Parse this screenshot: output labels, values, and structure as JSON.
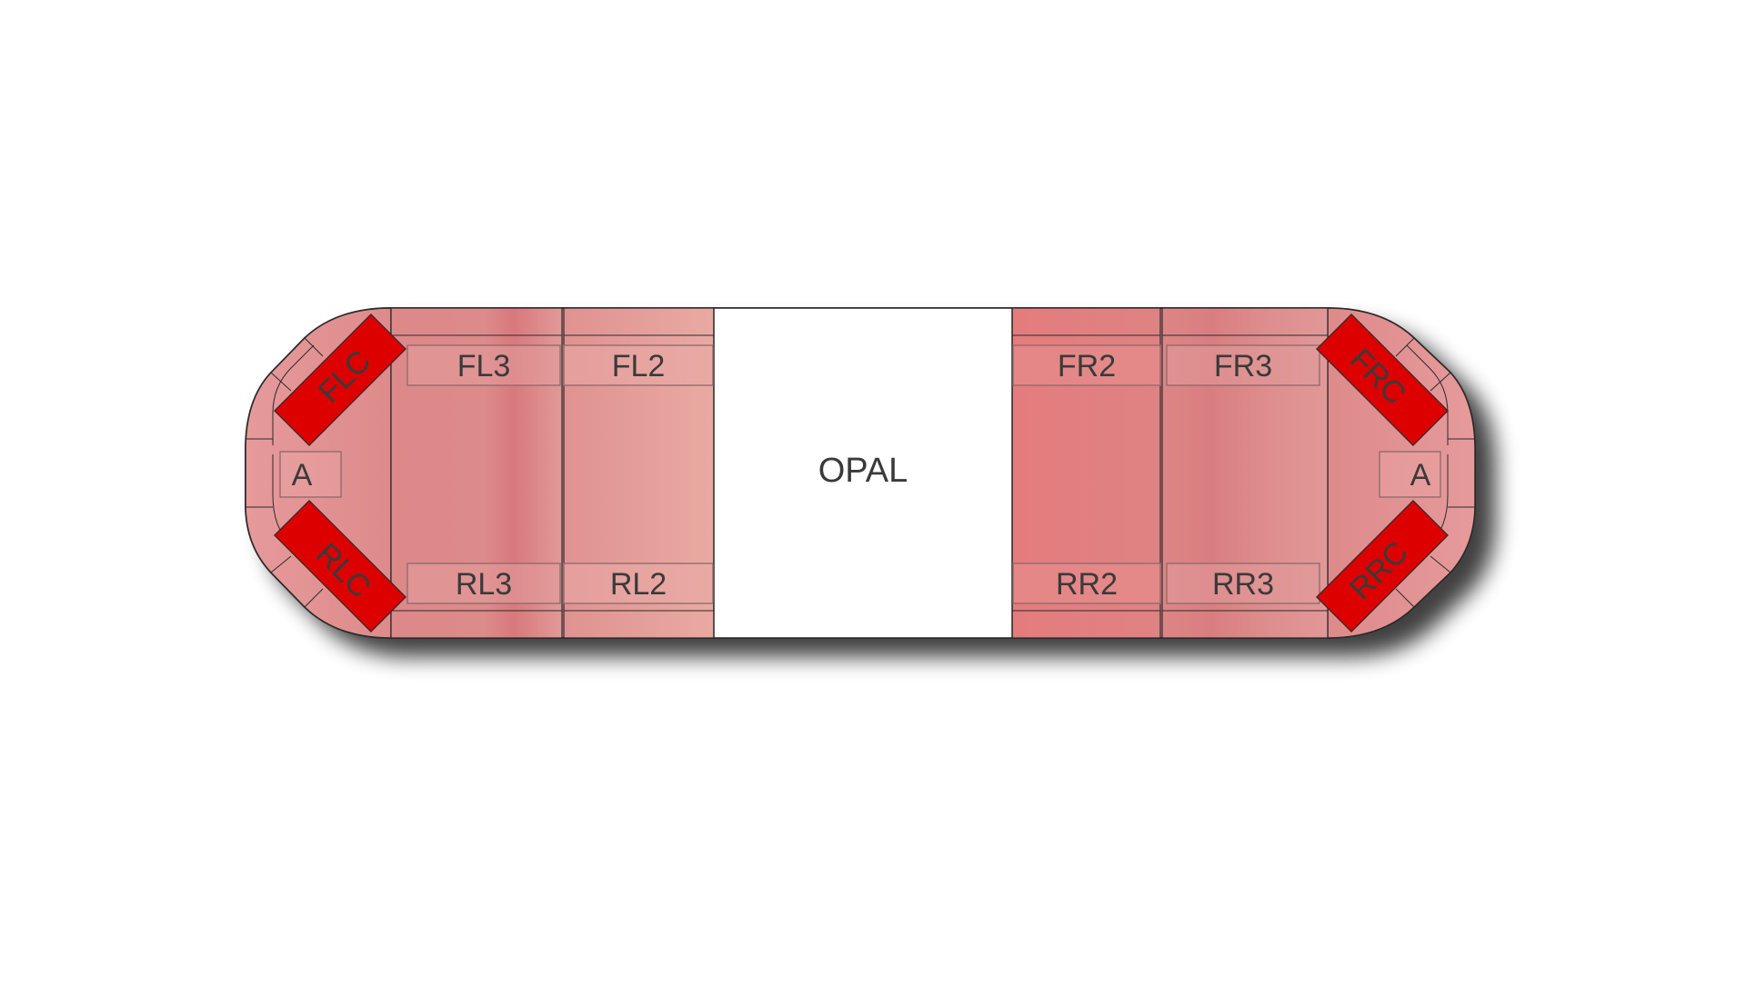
{
  "diagram": {
    "center_module": {
      "label": "OPAL",
      "color": "#ffffff"
    },
    "modules": {
      "fl3": "FL3",
      "fl2": "FL2",
      "fr2": "FR2",
      "fr3": "FR3",
      "rl3": "RL3",
      "rl2": "RL2",
      "rr2": "RR2",
      "rr3": "RR3",
      "flc": "FLC",
      "frc": "FRC",
      "rlc": "RLC",
      "rrc": "RRC",
      "left_end": "A",
      "right_end": "A"
    },
    "colors": {
      "lens_base": "#df8a8b",
      "lens_light": "#e8a59f",
      "lens_dark": "#d9787a",
      "corner_led": "#dd0000",
      "outline": "#2b2b2b",
      "module_label_border": "#8a6a6a"
    }
  }
}
